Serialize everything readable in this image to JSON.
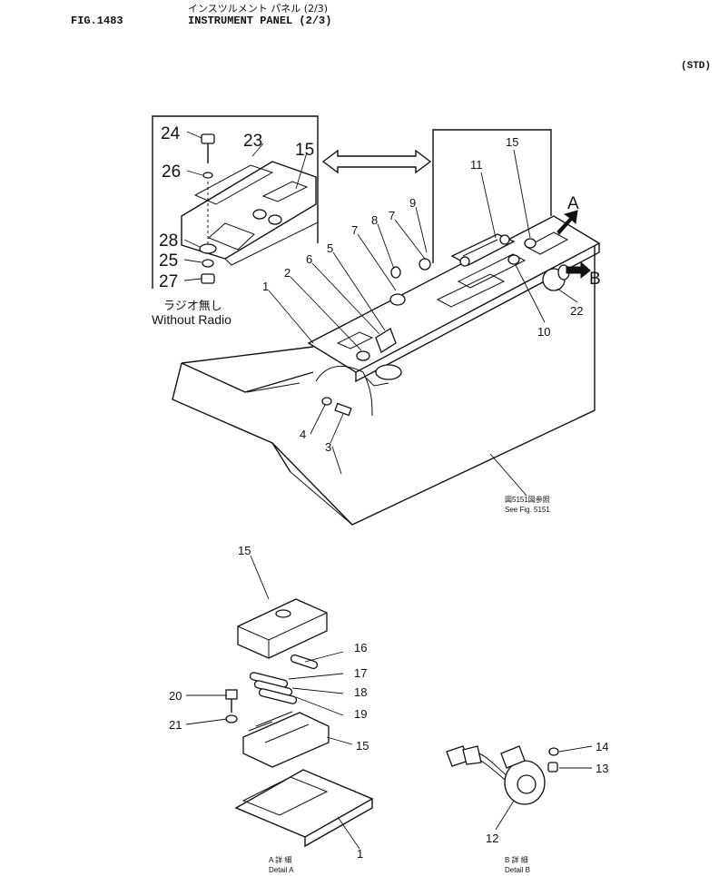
{
  "header": {
    "fig_number": "FIG.1483",
    "title_jp": "インスツルメント パネル (2/3)",
    "title_en": "INSTRUMENT PANEL (2/3)",
    "std": "(STD)"
  },
  "detail_letters": {
    "a": "A",
    "b": "B"
  },
  "callouts": {
    "c1": "1",
    "c2": "2",
    "c3": "3",
    "c4": "4",
    "c5": "5",
    "c6": "6",
    "c7a": "7",
    "c7b": "7",
    "c8": "8",
    "c9": "9",
    "c10": "10",
    "c11": "11",
    "c15top": "15",
    "c22": "22",
    "inset24": "24",
    "inset23": "23",
    "inset15": "15",
    "inset26": "26",
    "inset28": "28",
    "inset25": "25",
    "inset27": "27",
    "a15top": "15",
    "a16": "16",
    "a17": "17",
    "a18": "18",
    "a19": "19",
    "a20": "20",
    "a21": "21",
    "a15bot": "15",
    "a1": "1",
    "b14": "14",
    "b13": "13",
    "b12": "12"
  },
  "captions": {
    "without_radio_jp": "ラジオ無し",
    "without_radio_en": "Without Radio",
    "see_fig_jp": "図5151図参照",
    "see_fig_en": "See Fig. 5151",
    "detail_a_jp": "A 詳 細",
    "detail_a_en": "Detail A",
    "detail_b_jp": "B 詳 細",
    "detail_b_en": "Detail B"
  }
}
